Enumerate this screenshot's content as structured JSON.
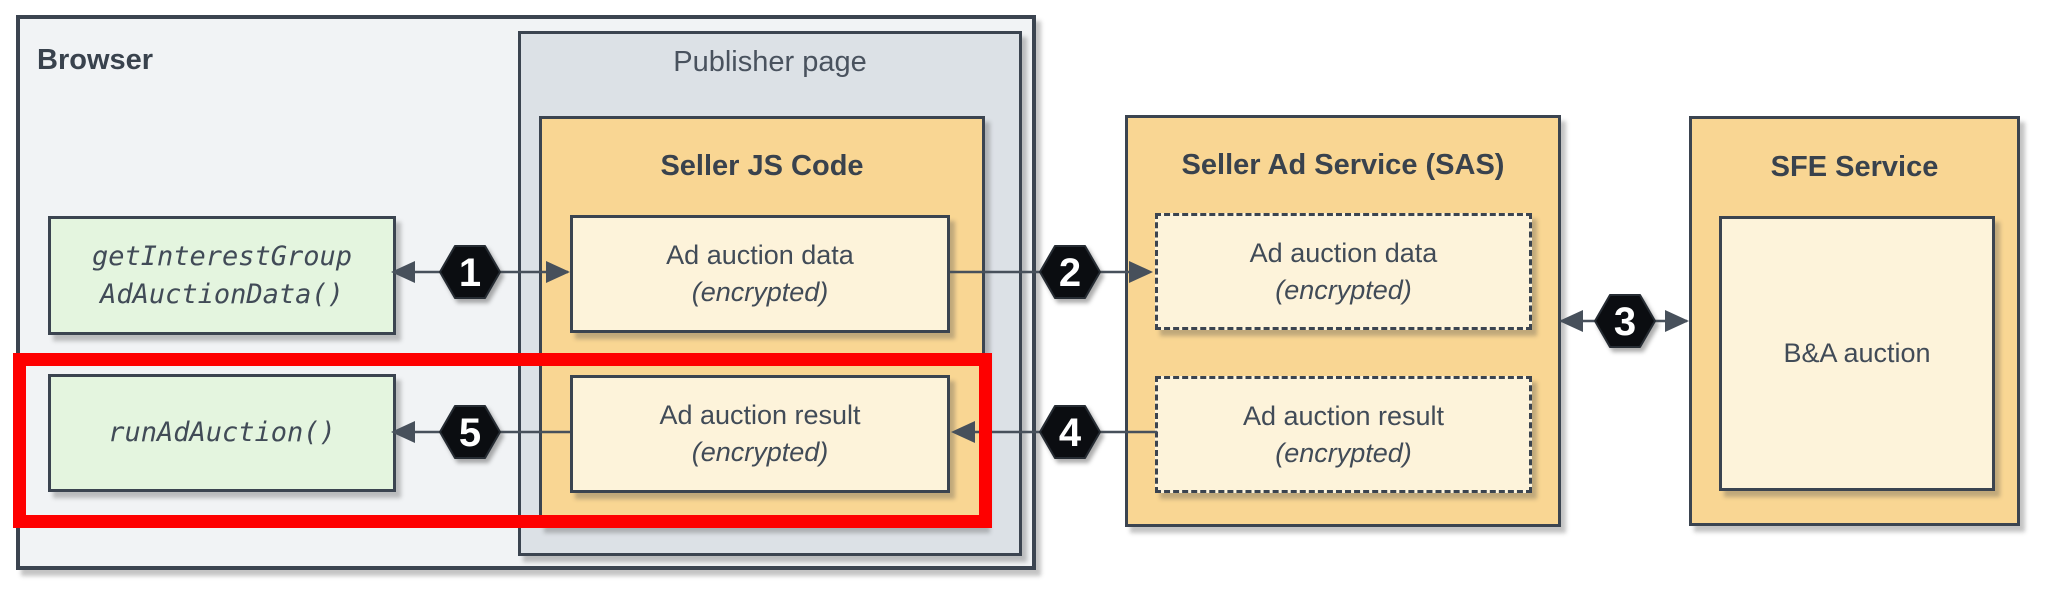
{
  "browser": {
    "title": "Browser",
    "get_interest_group_box": {
      "line1": "getInterestGroup",
      "line2": "AdAuctionData()"
    },
    "run_ad_auction_box": {
      "line1": "runAdAuction()"
    }
  },
  "publisher_page": {
    "title": "Publisher page"
  },
  "seller_js": {
    "title": "Seller JS Code",
    "ad_auction_data_box": {
      "line1": "Ad auction data",
      "line2": "(encrypted)"
    },
    "ad_auction_result_box": {
      "line1": "Ad auction result",
      "line2": "(encrypted)"
    }
  },
  "sas": {
    "title": "Seller Ad Service (SAS)",
    "ad_auction_data_box": {
      "line1": "Ad auction data",
      "line2": "(encrypted)"
    },
    "ad_auction_result_box": {
      "line1": "Ad auction result",
      "line2": "(encrypted)"
    }
  },
  "sfe": {
    "title": "SFE Service",
    "ba_auction_box": {
      "line1": "B&A auction"
    }
  },
  "steps": {
    "step1": "1",
    "step2": "2",
    "step3": "3",
    "step4": "4",
    "step5": "5"
  },
  "colors": {
    "box_border": "#3b4450",
    "orange_fill": "#f9d693",
    "cream_fill": "#fdf3da",
    "green_fill": "#e4f5df",
    "publisher_fill": "#dce1e6",
    "browser_fill": "#f1f3f5",
    "highlight_red": "#fe0000",
    "hexagon_fill": "#0b0d11",
    "hexagon_text": "#ffffff",
    "connector": "#47505b",
    "text": "#414b57"
  }
}
